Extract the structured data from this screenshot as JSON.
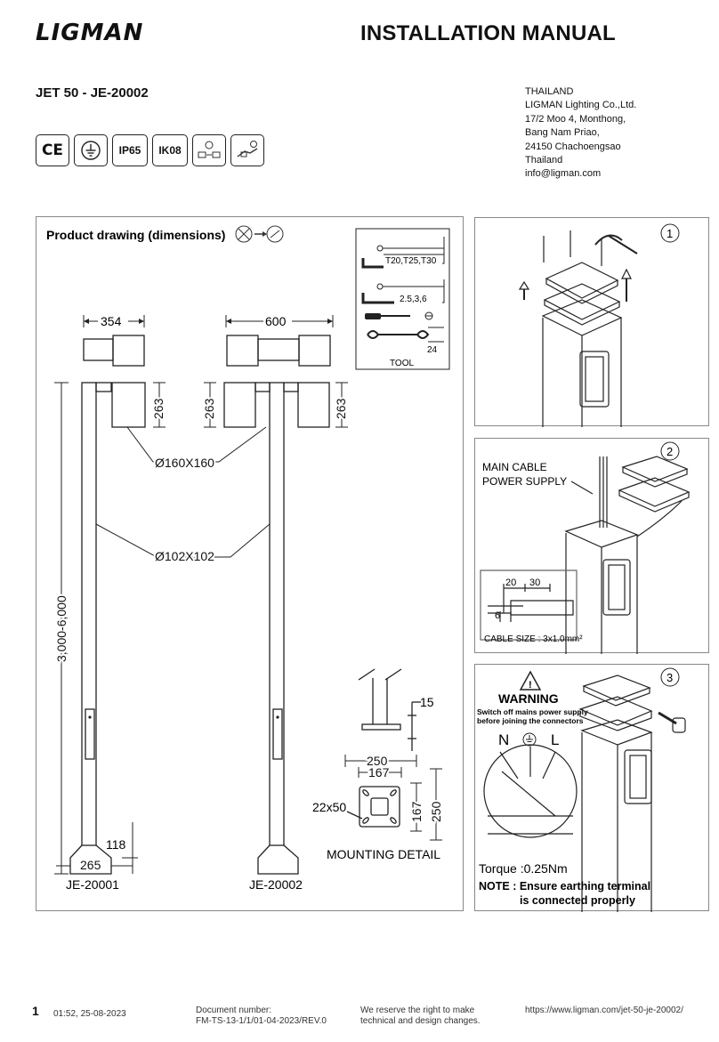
{
  "header": {
    "brand": "LIGMAN",
    "title": "INSTALLATION MANUAL",
    "model": "JET 50 - JE-20002"
  },
  "address": {
    "lines": [
      "THAILAND",
      "LIGMAN Lighting Co.,Ltd.",
      "17/2 Moo 4, Monthong,",
      "Bang Nam Priao,",
      "24150 Chachoengsao",
      "Thailand",
      "info@ligman.com"
    ]
  },
  "certifications": [
    "CE",
    "IP65",
    "IK08"
  ],
  "drawing": {
    "heading": "Product drawing (dimensions)",
    "dims": {
      "w_single": "354",
      "w_double": "600",
      "head_h": "263",
      "head_size": "Ø160X160",
      "pole_size": "Ø102X102",
      "pole_h": "3,000-6,000",
      "base_h": "118",
      "base_w": "265",
      "plate_t": "15",
      "plate_w": "250",
      "hole_pitch": "167",
      "slot": "22x50",
      "plate_h": "250",
      "hole_pitch_v": "167"
    },
    "labels": {
      "model_a": "JE-20001",
      "model_b": "JE-20002",
      "mounting": "MOUNTING DETAIL"
    },
    "tool": {
      "torx": "T20,T25,T30",
      "hex": "2.5,3,6",
      "wrench": "24",
      "label": "TOOL"
    }
  },
  "steps": {
    "s1": {
      "num": "1"
    },
    "s2": {
      "num": "2",
      "cable_l1": "MAIN CABLE",
      "cable_l2": "POWER SUPPLY",
      "strip_a": "20",
      "strip_b": "30",
      "strip_c": "6",
      "cable_size": "CABLE SIZE : 3x1.0mm²"
    },
    "s3": {
      "num": "3",
      "warning": "WARNING",
      "warn_l1": "Switch off mains power supply",
      "warn_l2": "before joining the connectors",
      "n": "N",
      "l": "L",
      "torque": "Torque :0.25Nm",
      "note_l1": "NOTE : Ensure earthing terminal",
      "note_l2": "is connected properly"
    }
  },
  "footer": {
    "page": "1",
    "datetime": "01:52, 25-08-2023",
    "doc_label": "Document number:",
    "doc_number": "FM-TS-13-1/1/01-04-2023/REV.0",
    "rights_l1": "We reserve the right to make",
    "rights_l2": "technical and design changes.",
    "url": "https://www.ligman.com/jet-50-je-20002/"
  }
}
